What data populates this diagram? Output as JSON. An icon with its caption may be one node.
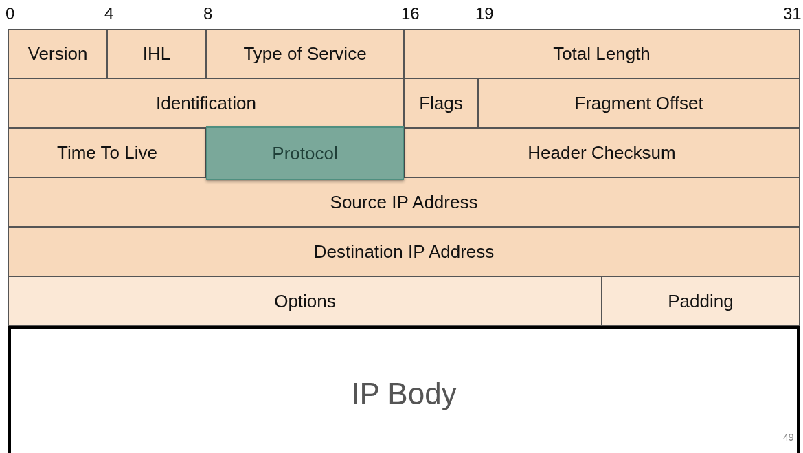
{
  "diagram": {
    "nodes": [
      {
        "text": [
          "Version"
        ]
      },
      {
        "text": [
          "IHL"
        ]
      },
      {
        "text": [
          "Type of Service"
        ]
      },
      {
        "text": [
          "Total Length"
        ]
      },
      {
        "text": [
          "Identification"
        ]
      },
      {
        "text": [
          "Flags"
        ]
      },
      {
        "text": [
          "Fragment Offset"
        ]
      },
      {
        "text": [
          "Time To Live"
        ]
      },
      {
        "text": [
          "Protocol"
        ]
      },
      {
        "text": [
          "Header Checksum"
        ]
      },
      {
        "text": [
          "Source IP Address"
        ]
      },
      {
        "text": [
          "Destination IP Address"
        ]
      },
      {
        "text": [
          "Options"
        ]
      },
      {
        "text": [
          "Padding"
        ]
      },
      {
        "text": [
          "IP Body"
        ]
      }
    ],
    "labels": [
      "0",
      "4",
      "8",
      "16",
      "19",
      "31",
      "49"
    ]
  }
}
